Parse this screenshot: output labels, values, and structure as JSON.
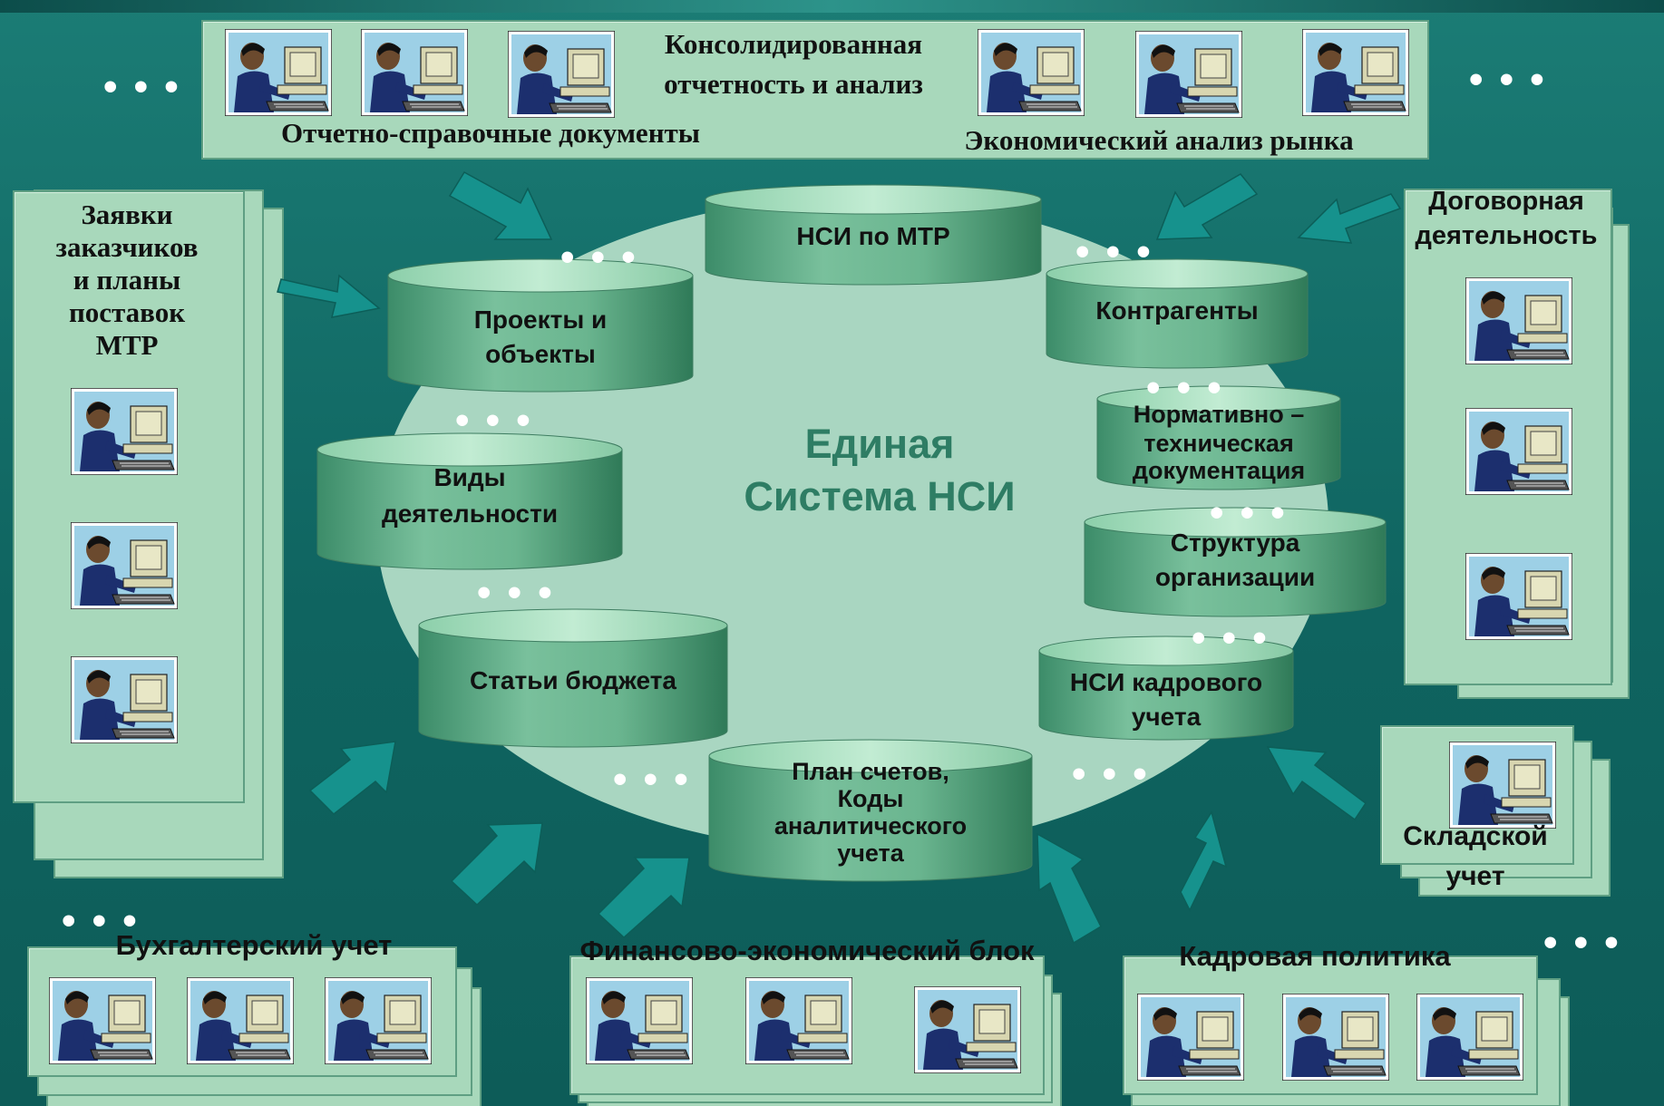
{
  "center": {
    "title_line1": "Единая",
    "title_line2": "Система НСИ"
  },
  "databases": {
    "nsi_mtr": "НСИ по МТР",
    "projects_1": "Проекты и",
    "projects_2": "объекты",
    "contragents": "Контрагенты",
    "activity_1": "Виды",
    "activity_2": "деятельности",
    "normative_1": "Нормативно –",
    "normative_2": "техническая",
    "normative_3": "документация",
    "structure_1": "Структура",
    "structure_2": "организации",
    "budget": "Статьи бюджета",
    "hr_1": "НСИ кадрового",
    "hr_2": "учета",
    "accounts_1": "План счетов,",
    "accounts_2": "Коды",
    "accounts_3": "аналитического",
    "accounts_4": "учета"
  },
  "blocks": {
    "top_1": "Консолидированная",
    "top_2": "отчетность и анализ",
    "top_left_label": "Отчетно-справочные документы",
    "top_right_label": "Экономический анализ рынка",
    "left_1": "Заявки",
    "left_2": "заказчиков",
    "left_3": "и планы",
    "left_4": "поставок",
    "left_5": "МТР",
    "right_1": "Договорная",
    "right_2": "деятельность",
    "warehouse_1": "Складской",
    "warehouse_2": "учет",
    "accounting": "Бухгалтерский учет",
    "finance": "Финансово-экономический блок",
    "personnel": "Кадровая политика"
  },
  "ellipsis": "• • •",
  "colors": {
    "background": "#136c68",
    "panel": "#a8d8bb",
    "arrow": "#16928d",
    "circle": "#a9d6c1",
    "db": "#5faa86",
    "title": "#2e7d64"
  },
  "icons": {
    "workstation": "workstation-icon"
  }
}
